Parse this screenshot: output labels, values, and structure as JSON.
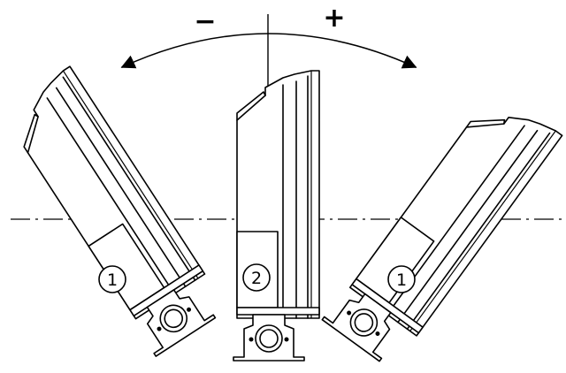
{
  "rotation": {
    "minus_label": "−",
    "plus_label": "+"
  },
  "devices": [
    {
      "callout": "1"
    },
    {
      "callout": "2"
    },
    {
      "callout": "1"
    }
  ]
}
